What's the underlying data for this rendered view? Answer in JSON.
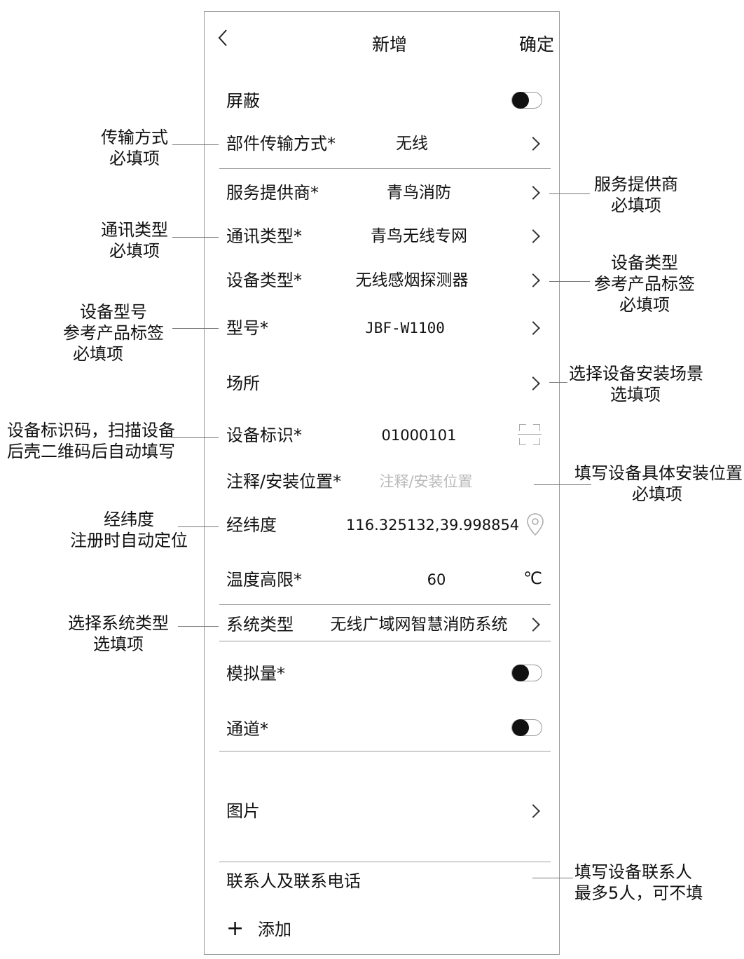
{
  "header": {
    "back_glyph": "‹",
    "title": "新增",
    "confirm_label": "确定"
  },
  "form": {
    "shield": {
      "label": "屏蔽",
      "toggle_on": false
    },
    "transmission": {
      "label": "部件传输方式*",
      "value": "无线"
    },
    "provider": {
      "label": "服务提供商*",
      "value": "青鸟消防"
    },
    "comm_type": {
      "label": "通讯类型*",
      "value": "青鸟无线专网"
    },
    "device_type": {
      "label": "设备类型*",
      "value": "无线感烟探测器"
    },
    "model": {
      "label": "型号*",
      "value": "JBF-W1100"
    },
    "place": {
      "label": "场所",
      "value": ""
    },
    "device_id": {
      "label": "设备标识*",
      "value": "01000101"
    },
    "location": {
      "label": "注释/安装位置*",
      "placeholder": "注释/安装位置"
    },
    "coords": {
      "label": "经纬度",
      "value": "116.325132,39.998854"
    },
    "temp_limit": {
      "label": "温度高限*",
      "value": "60",
      "unit": "℃"
    },
    "system_type": {
      "label": "系统类型",
      "value": "无线广域网智慧消防系统"
    },
    "analog": {
      "label": "模拟量*",
      "toggle_on": false
    },
    "channel": {
      "label": "通道*",
      "toggle_on": false
    },
    "images": {
      "label": "图片"
    },
    "contacts": {
      "label": "联系人及联系电话"
    },
    "add": {
      "plus_glyph": "+",
      "label": "添加"
    }
  },
  "annotations": {
    "transmission": [
      "传输方式",
      "必填项"
    ],
    "provider": [
      "服务提供商",
      "必填项"
    ],
    "comm_type": [
      "通讯类型",
      "必填项"
    ],
    "device_type": [
      "设备类型",
      "参考产品标签",
      "必填项"
    ],
    "model": [
      "设备型号",
      "参考产品标签",
      "必填项"
    ],
    "place": [
      "选择设备安装场景",
      "选填项"
    ],
    "device_id": [
      "设备标识码，扫描设备",
      "后壳二维码后自动填写"
    ],
    "location": [
      "填写设备具体安装位置",
      "必填项"
    ],
    "coords": [
      "经纬度",
      "注册时自动定位"
    ],
    "system_type": [
      "选择系统类型",
      "选填项"
    ],
    "contacts": [
      "填写设备联系人",
      "最多5人，可不填"
    ]
  },
  "colors": {
    "text": "#111111",
    "placeholder": "#b9b9b9",
    "divider": "#9c9c9c",
    "frame": "#9a9a9a"
  },
  "icons": {
    "back": "chevron-left-icon",
    "row_arrow": "chevron-right-icon",
    "scan": "scan-icon",
    "location": "location-pin-icon",
    "add": "plus-icon"
  }
}
